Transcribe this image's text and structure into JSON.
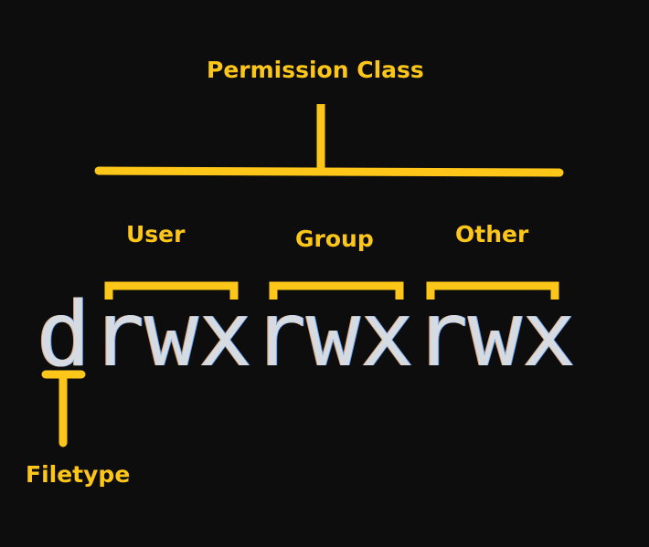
{
  "labels": {
    "permission_class": "Permission Class",
    "user": "User",
    "group": "Group",
    "other": "Other",
    "filetype": "Filetype"
  },
  "permission_string": {
    "filetype": "d",
    "user": "rwx",
    "group": "rwx",
    "other": "rwx"
  },
  "colors": {
    "background": "#0d0d0d",
    "accent": "#ffc61a",
    "text": "#d6dbe1"
  }
}
